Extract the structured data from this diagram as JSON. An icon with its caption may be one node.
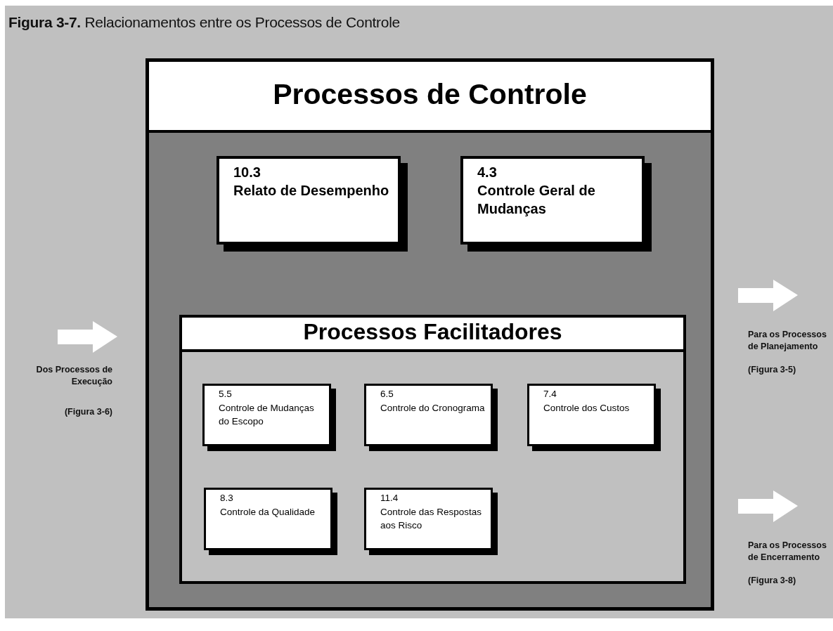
{
  "diagram": {
    "title": "**Figura 3-7.** Relacionamentos entre os Processos de Controle",
    "nodes": [
      {
        "text": [
          "Processos de Controle"
        ]
      },
      {
        "text": [
          "10.3",
          "Relato de Desempenho"
        ],
        "in": 0
      },
      {
        "text": [
          "4.3",
          "Controle Geral de Mudanças"
        ],
        "in": 0
      },
      {
        "text": [
          "Processos Facilitadores"
        ],
        "in": 0
      },
      {
        "text": [
          "5.5",
          "Controle de Mudanças do Escopo"
        ],
        "in": 3
      },
      {
        "text": [
          "6.5",
          "Controle do Cronograma"
        ],
        "in": 3
      },
      {
        "text": [
          "7.4",
          "Controle dos Custos"
        ],
        "in": 3
      },
      {
        "text": [
          "8.3",
          "Controle da Qualidade"
        ],
        "in": 3
      },
      {
        "text": [
          "11.4",
          "Controle das Respostas aos Risco"
        ],
        "in": 3
      }
    ],
    "labels": [
      "Para os Processos de Planejamento",
      "(Figura 3-5)",
      "Dos Processos de Execução",
      "(Figura 3-6)",
      "Para os Processos de Encerramento",
      "(Figura 3-8)"
    ]
  }
}
